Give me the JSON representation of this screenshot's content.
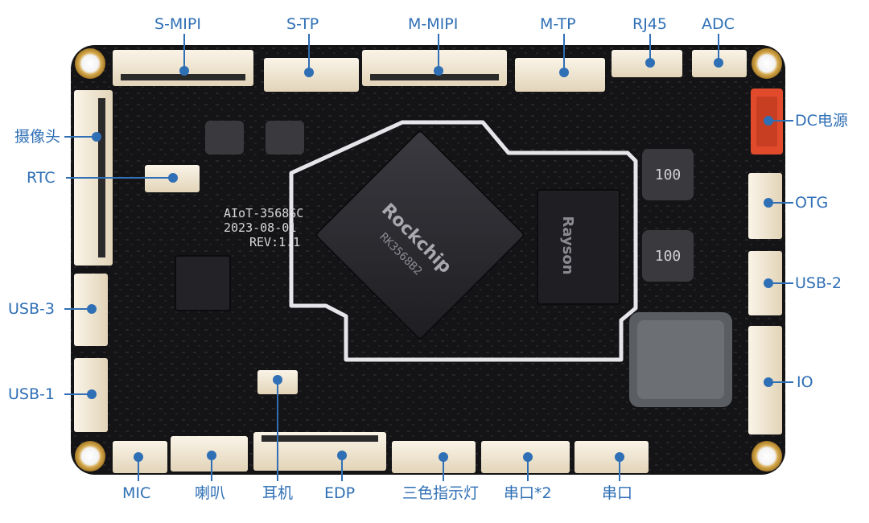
{
  "colors": {
    "label": "#2f6fb5",
    "board": "#141416",
    "board_edge": "#d9b25c",
    "connector": "#f1e6d2",
    "soc_outline": "#e6e6ea",
    "dc_connector": "#e14b2c"
  },
  "board": {
    "model": "AIoT-3568SC",
    "date": "2023-08-01",
    "revision": "REV:1.1",
    "soc_marking": "RK3568B2",
    "soc_brand": "Rockchip",
    "ddr_brand": "Rayson",
    "inductor_value": "100"
  },
  "labels": [
    {
      "id": "s-mipi",
      "text": "S-MIPI"
    },
    {
      "id": "s-tp",
      "text": "S-TP"
    },
    {
      "id": "m-mipi",
      "text": "M-MIPI"
    },
    {
      "id": "m-tp",
      "text": "M-TP"
    },
    {
      "id": "rj45",
      "text": "RJ45"
    },
    {
      "id": "adc",
      "text": "ADC"
    },
    {
      "id": "dc-power",
      "text": "DC电源"
    },
    {
      "id": "camera",
      "text": "摄像头"
    },
    {
      "id": "rtc",
      "text": "RTC"
    },
    {
      "id": "otg",
      "text": "OTG"
    },
    {
      "id": "usb-3",
      "text": "USB-3"
    },
    {
      "id": "usb-2",
      "text": "USB-2"
    },
    {
      "id": "usb-1",
      "text": "USB-1"
    },
    {
      "id": "io",
      "text": "IO"
    },
    {
      "id": "mic",
      "text": "MIC"
    },
    {
      "id": "speaker",
      "text": "喇叭"
    },
    {
      "id": "earphone",
      "text": "耳机"
    },
    {
      "id": "edp",
      "text": "EDP"
    },
    {
      "id": "tri-color-led",
      "text": "三色指示灯"
    },
    {
      "id": "uart-2",
      "text": "串口*2"
    },
    {
      "id": "uart",
      "text": "串口"
    }
  ]
}
